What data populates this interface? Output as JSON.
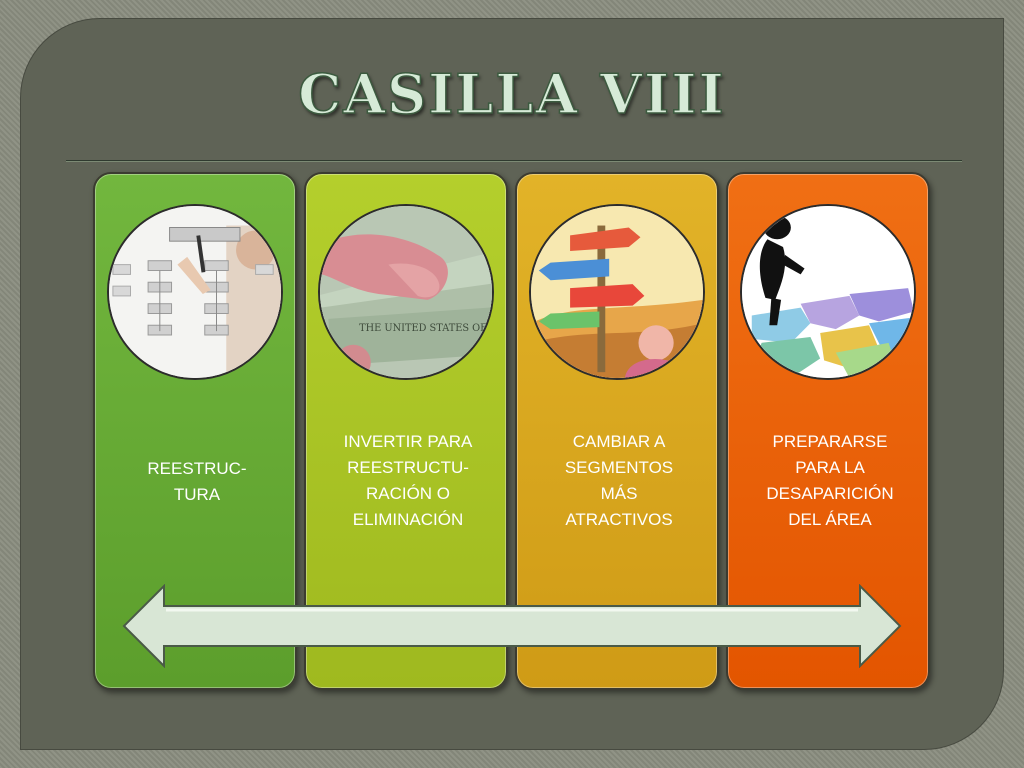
{
  "slide": {
    "title": "CASILLA VIII"
  },
  "cards": [
    {
      "text": "REESTRUC-\nTURA",
      "image": "org-chart-drawing-photo",
      "color": "#66a934"
    },
    {
      "text": "INVERTIR PARA\nREESTRUCTU-\nRACIÓN O\nELIMINACIÓN",
      "image": "money-in-hand-photo",
      "color": "#a8c325"
    },
    {
      "text": "CAMBIAR A\nSEGMENTOS\nMÁS\nATRACTIVOS",
      "image": "signpost-direction-illustration",
      "color": "#d9a51d"
    },
    {
      "text": "PREPARARSE\nPARA LA\nDESAPARICIÓN\nDEL ÁREA",
      "image": "silhouette-puzzle-pieces-illustration",
      "color": "#e95f08"
    }
  ],
  "arrow": {
    "icon": "double-headed-arrow-icon",
    "fill": "#d8e6d5"
  }
}
